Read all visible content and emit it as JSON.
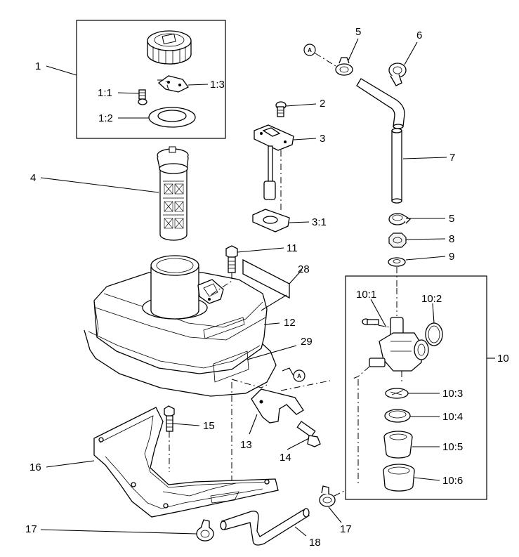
{
  "diagram": {
    "callouts": [
      {
        "id": "c1",
        "label": "1"
      },
      {
        "id": "c1_1",
        "label": "1:1"
      },
      {
        "id": "c1_2",
        "label": "1:2"
      },
      {
        "id": "c1_3",
        "label": "1:3"
      },
      {
        "id": "c2",
        "label": "2"
      },
      {
        "id": "c3",
        "label": "3"
      },
      {
        "id": "c3_1",
        "label": "3:1"
      },
      {
        "id": "c4",
        "label": "4"
      },
      {
        "id": "c5a",
        "label": "5"
      },
      {
        "id": "c5b",
        "label": "5"
      },
      {
        "id": "c6",
        "label": "6"
      },
      {
        "id": "c7",
        "label": "7"
      },
      {
        "id": "c8",
        "label": "8"
      },
      {
        "id": "c9",
        "label": "9"
      },
      {
        "id": "c10",
        "label": "10"
      },
      {
        "id": "c10_1",
        "label": "10:1"
      },
      {
        "id": "c10_2",
        "label": "10:2"
      },
      {
        "id": "c10_3",
        "label": "10:3"
      },
      {
        "id": "c10_4",
        "label": "10:4"
      },
      {
        "id": "c10_5",
        "label": "10:5"
      },
      {
        "id": "c10_6",
        "label": "10:6"
      },
      {
        "id": "c11",
        "label": "11"
      },
      {
        "id": "c12",
        "label": "12"
      },
      {
        "id": "c13",
        "label": "13"
      },
      {
        "id": "c14",
        "label": "14"
      },
      {
        "id": "c15",
        "label": "15"
      },
      {
        "id": "c16",
        "label": "16"
      },
      {
        "id": "c17a",
        "label": "17"
      },
      {
        "id": "c17b",
        "label": "17"
      },
      {
        "id": "c18",
        "label": "18"
      },
      {
        "id": "c28",
        "label": "28"
      },
      {
        "id": "c29",
        "label": "29"
      }
    ],
    "reference_marker": "A"
  }
}
